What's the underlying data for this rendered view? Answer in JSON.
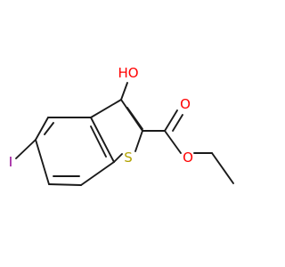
{
  "molecule": {
    "atoms": {
      "hydroxyl": "HO",
      "iodine": "I",
      "sulfur": "S",
      "carbonyl_oxygen": "O",
      "ester_oxygen": "O"
    },
    "colors": {
      "bond": "#1a1a1a",
      "oxygen": "#ff0000",
      "sulfur": "#b2a200",
      "iodine": "#930093"
    }
  }
}
